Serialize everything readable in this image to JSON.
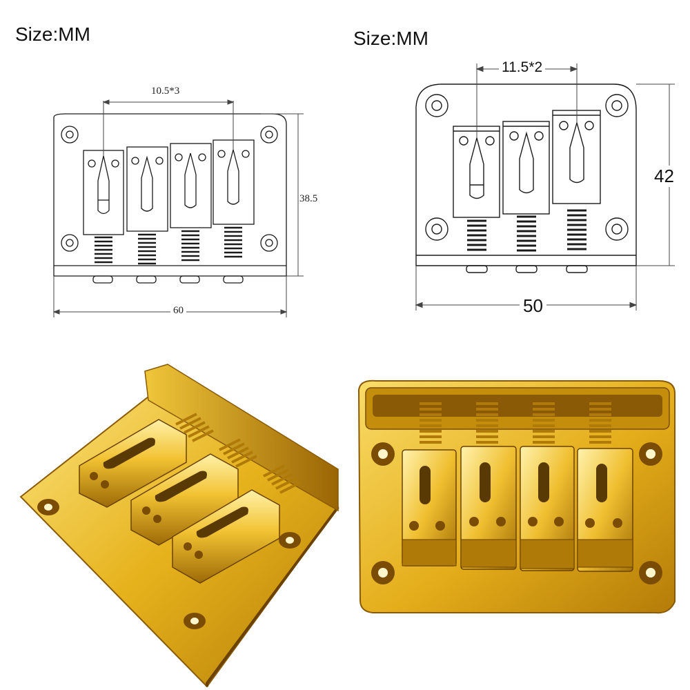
{
  "left_drawing": {
    "size_label": "Size:MM",
    "dim_spacing": "10.5*3",
    "dim_height": "38.5",
    "dim_width": "60",
    "saddle_count": 4
  },
  "right_drawing": {
    "size_label": "Size:MM",
    "dim_spacing": "11.5*2",
    "dim_height": "42",
    "dim_width": "50",
    "saddle_count": 3
  },
  "photos": {
    "left_photo": "3-saddle gold bridge",
    "right_photo": "4-saddle gold bridge"
  },
  "colors": {
    "line": "#1a1a1a",
    "gold_light": "#f7d24a",
    "gold_mid": "#d9a514",
    "gold_dark": "#8a5a06",
    "gold_shadow": "#5a3a04"
  }
}
